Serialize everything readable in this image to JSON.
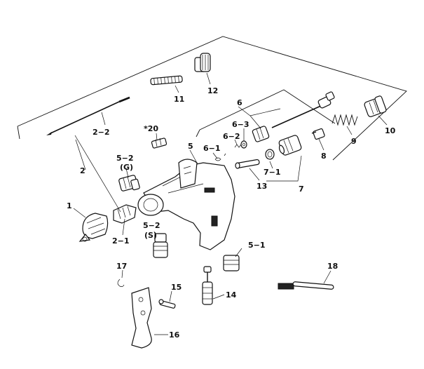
{
  "labels": {
    "p1": "1",
    "p2": "2",
    "p2_1": "2−1",
    "p2_2": "2−2",
    "p5": "5",
    "p5_1": "5−1",
    "p5_2g": "5−2",
    "p5_2g_sub": "(G)",
    "p5_2s": "5−2",
    "p5_2s_sub": "(S)",
    "p6": "6",
    "p6_1": "6−1",
    "p6_2": "6−2",
    "p6_3": "6−3",
    "p7": "7",
    "p7_1": "7−1",
    "p8": "8",
    "p9": "9",
    "p10": "10",
    "p11": "11",
    "p12": "12",
    "p13": "13",
    "p14": "14",
    "p15": "15",
    "p16": "16",
    "p17": "17",
    "p18": "18",
    "p20": "*20"
  }
}
